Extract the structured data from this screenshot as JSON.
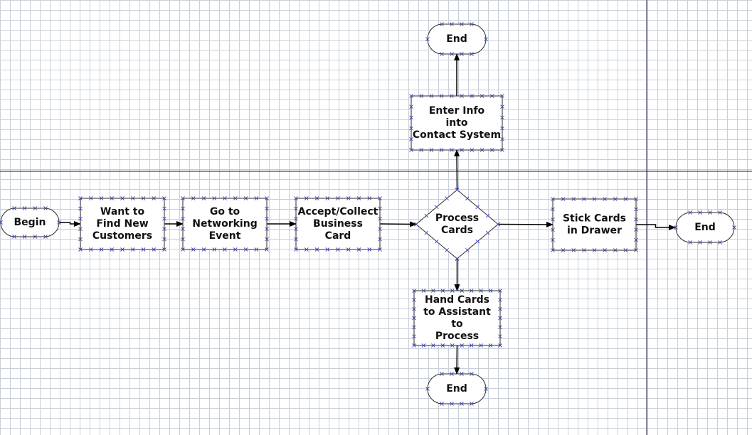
{
  "colors": {
    "background": "#ffffff",
    "grid": "#c8d0d8",
    "shape_stroke": "#2a2a2a",
    "connector": "#000000",
    "handle": "#4a4ab0",
    "swimlane": "#1a1a50"
  },
  "nodes": [
    {
      "id": "begin",
      "shape": "terminator",
      "lines": [
        "Begin"
      ]
    },
    {
      "id": "want-customers",
      "shape": "process",
      "lines": [
        "Want to",
        "Find New",
        "Customers"
      ]
    },
    {
      "id": "networking-event",
      "shape": "process",
      "lines": [
        "Go to",
        "Networking",
        "Event"
      ]
    },
    {
      "id": "collect-card",
      "shape": "process",
      "lines": [
        "Accept/Collect",
        "Business",
        "Card"
      ]
    },
    {
      "id": "process-cards",
      "shape": "decision",
      "lines": [
        "Process",
        "Cards"
      ]
    },
    {
      "id": "stick-cards",
      "shape": "process",
      "lines": [
        "Stick Cards",
        "in Drawer"
      ]
    },
    {
      "id": "end-right",
      "shape": "terminator",
      "lines": [
        "End"
      ]
    },
    {
      "id": "enter-info",
      "shape": "process",
      "lines": [
        "Enter Info",
        "into",
        "Contact System"
      ]
    },
    {
      "id": "end-top",
      "shape": "terminator",
      "lines": [
        "End"
      ]
    },
    {
      "id": "hand-cards",
      "shape": "process",
      "lines": [
        "Hand Cards",
        "to Assistant",
        "to",
        "Process"
      ]
    },
    {
      "id": "end-bottom",
      "shape": "terminator",
      "lines": [
        "End"
      ]
    }
  ],
  "edges": [
    {
      "from": "begin",
      "to": "want-customers"
    },
    {
      "from": "want-customers",
      "to": "networking-event"
    },
    {
      "from": "networking-event",
      "to": "collect-card"
    },
    {
      "from": "collect-card",
      "to": "process-cards"
    },
    {
      "from": "process-cards",
      "to": "stick-cards"
    },
    {
      "from": "stick-cards",
      "to": "end-right"
    },
    {
      "from": "process-cards",
      "to": "enter-info"
    },
    {
      "from": "enter-info",
      "to": "end-top"
    },
    {
      "from": "process-cards",
      "to": "hand-cards"
    },
    {
      "from": "hand-cards",
      "to": "end-bottom"
    }
  ]
}
